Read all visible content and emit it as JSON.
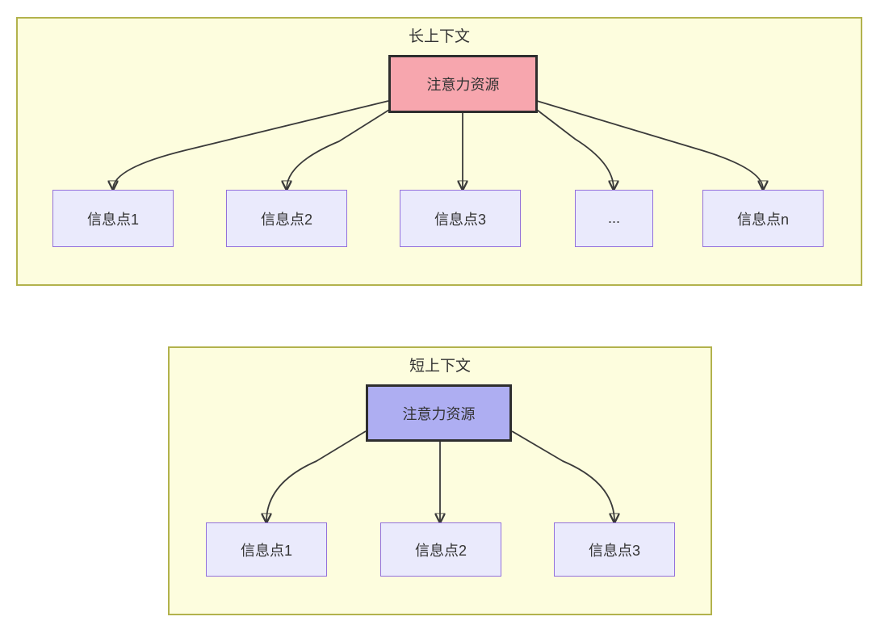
{
  "diagram": {
    "long_context": {
      "title": "长上下文",
      "attention_label": "注意力资源",
      "info_nodes": [
        "信息点1",
        "信息点2",
        "信息点3",
        "...",
        "信息点n"
      ]
    },
    "short_context": {
      "title": "短上下文",
      "attention_label": "注意力资源",
      "info_nodes": [
        "信息点1",
        "信息点2",
        "信息点3"
      ]
    },
    "colors": {
      "container_bg": "#fdfdde",
      "container_border": "#b2b24c",
      "attention_long_fill": "#f7a6ae",
      "attention_short_fill": "#aeaef2",
      "attention_border": "#2e2e2e",
      "info_fill": "#eaeafc",
      "info_border": "#9370db",
      "edge": "#3a3a3a",
      "text": "#333333"
    }
  }
}
